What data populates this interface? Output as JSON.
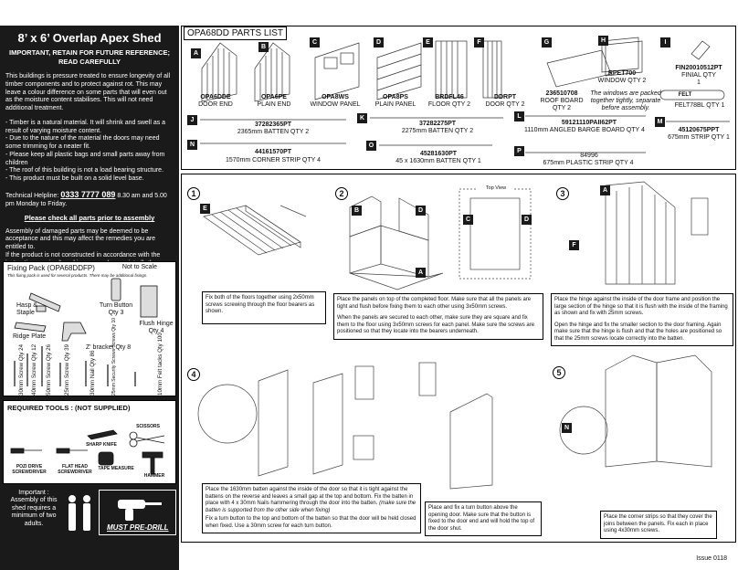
{
  "sidebar": {
    "title": "8’ x 6’ Overlap Apex Shed",
    "subtitle": "IMPORTANT, RETAIN FOR FUTURE REFERENCE; READ CAREFULLY",
    "intro": "This buildings is pressure treated to ensure longevity of all timber components and to protect against rot. This may leave a colour difference on some parts that will even out as the moisture content stabilises. This will not need additional treatment.",
    "bullets": [
      "- Timber is a natural material. It will shrink and swell as a result of varying moisture content.",
      "- Due to the nature of the material the doors may need some trimming for a neater fit.",
      "- Please keep all plastic bags and small parts away from children",
      "- The roof of this building is not a load bearing structure.",
      "- This product must be built on a solid level base."
    ],
    "helpline_label": "Technical Helpline:",
    "helpline_number": "0333 7777 089",
    "helpline_hours": "8.30 am and 5.00 pm  Monday to Friday.",
    "check_parts": "Please check all parts prior to assembly",
    "damage_note": "Assembly of damaged parts may be deemed to be acceptance and this may affect the remedies you are entitled to.",
    "alter_note": "If the product is not constructed in accordance with the instructions, or is altered in anyway (e.g. painted), the manufacturer cannot be held liable for any resulting damage.",
    "fixing": {
      "title": "Fixing Pack (OPA68DDFP)",
      "scale": "Not to Scale",
      "note": "This fixing pack is used for several products. There may be additional fixings.",
      "hasp": "Hasp & Staple",
      "turn_button": "Turn Button Qty 3",
      "flush_hinge": "Flush Hinge Qty 4",
      "ridge_plate": "Ridge Plate",
      "z_bracket": "Z' bracket Qty 8",
      "screws": [
        "30mm Screw Qty 24",
        "40mm Screw Qty 12",
        "50mm Screw Qty 26",
        "25mm Screw Qty 39",
        "30mm Nail Qty 86",
        "25mm Security Screws Screws Qty 10",
        "10mm Felt tacks Qty 100"
      ]
    },
    "tools": {
      "title": "REQUIRED TOOLS : (NOT SUPPLIED)",
      "pozi": "POZI DRIVE SCREWDRIVER",
      "flat": "FLAT HEAD SCREWDRIVER",
      "knife": "SHARP KNIFE",
      "tape": "TAPE MEASURE",
      "scissors": "SCISSORS",
      "hammer": "HAMMER"
    },
    "important": "Important : Assembly of this shed requires a minimum of two adults.",
    "predrill": "MUST PRE-DRILL"
  },
  "parts_list": {
    "title": "OPA68DD PARTS LIST",
    "items": [
      {
        "tag": "A",
        "code": "OPA6DDE",
        "name": "DOOR END"
      },
      {
        "tag": "B",
        "code": "OPA6PE",
        "name": "PLAIN END"
      },
      {
        "tag": "C",
        "code": "OPA8WS",
        "name": "WINDOW PANEL"
      },
      {
        "tag": "D",
        "code": "OPA8PS",
        "name": "PLAIN PANEL"
      },
      {
        "tag": "E",
        "code": "BRDFL46",
        "name": "FLOOR QTY 2"
      },
      {
        "tag": "F",
        "code": "DDRPT",
        "name": "DOOR QTY 2"
      },
      {
        "tag": "G",
        "code": "236510708",
        "name": "ROOF BOARD QTY 2"
      },
      {
        "tag": "H",
        "code": "RPET700",
        "name": "WINDOW QTY 2"
      },
      {
        "tag": "I",
        "code": "FIN20010512PT",
        "name": "FINIAL QTY 1"
      },
      {
        "tag": "J",
        "code": "37282365PT",
        "name": "2365mm BATTEN QTY 2"
      },
      {
        "tag": "K",
        "code": "37282275PT",
        "name": "2275mm BATTEN QTY 2"
      },
      {
        "tag": "L",
        "code": "59121110PAII62PT",
        "name": "1110mm ANGLED BARGE BOARD QTY 4"
      },
      {
        "tag": "M",
        "code": "45120675PPT",
        "name": "675mm STRIP QTY 1"
      },
      {
        "tag": "N",
        "code": "44161570PT",
        "name": "1570mm  CORNER STRIP QTY 4"
      },
      {
        "tag": "O",
        "code": "45281630PT",
        "name": "45 x 1630mm BATTEN QTY 1"
      },
      {
        "tag": "P",
        "code": "84996",
        "name": "675mm PLASTIC STRIP QTY 4"
      }
    ],
    "window_note": "The windows are packed together tightly, separate before assembly.",
    "felt_label": "FELT",
    "felt_name": "FELT78BL QTY 1"
  },
  "steps": {
    "numbers": [
      "1",
      "2",
      "3",
      "4",
      "5"
    ],
    "top_view": "Top View",
    "step1": "Fix both of the floors together using 2x50mm screws screwing through the floor bearers as shown.",
    "step2a": "Place the panels on top of the completed floor. Make sure that all the panels are tight and flush before fixing them to each other using 3x50mm screws.",
    "step2b": "When the panels are secured to each other, make sure they are square and fix them to the floor using 3x50mm screws for each panel. Make sure the screws are positioned so that they locate into the bearers underneath.",
    "step3a": "Place the hinge against the inside of the door frame and position the large section of the hinge so that it is flush with the inside of the framing as shown and fix with 25mm screws.",
    "step3b": "Open the hinge and fix the smaller section to the door framing. Again make sure that the hinge is flush and that the holes are positioned so that the 25mm screws locate correctly into the batten.",
    "step4a": "Place the 1630mm batten against the inside of the door so that it is tight against the battens on the reverse and leaves a small gap at the top and bottom. Fix the batten in place with 4 x 30mm Nails hammering through the door into the batten.",
    "step4a_italic": "(make sure the batten is supported from the other side when fixing)",
    "step4b": "Fix a turn button to the top and bottom of the batten so that the door will be held closed when fixed. Use a 30mm screw for each turn button.",
    "step4c": "Place and fix a turn button above the opening door. Make sure that the button is fixed to the door end and will hold the top of the door shut.",
    "step5": "Place the corner strips so that they cover the joins between the panels. Fix each in place using 4x30mm screws."
  },
  "issue": "Issue 0118"
}
